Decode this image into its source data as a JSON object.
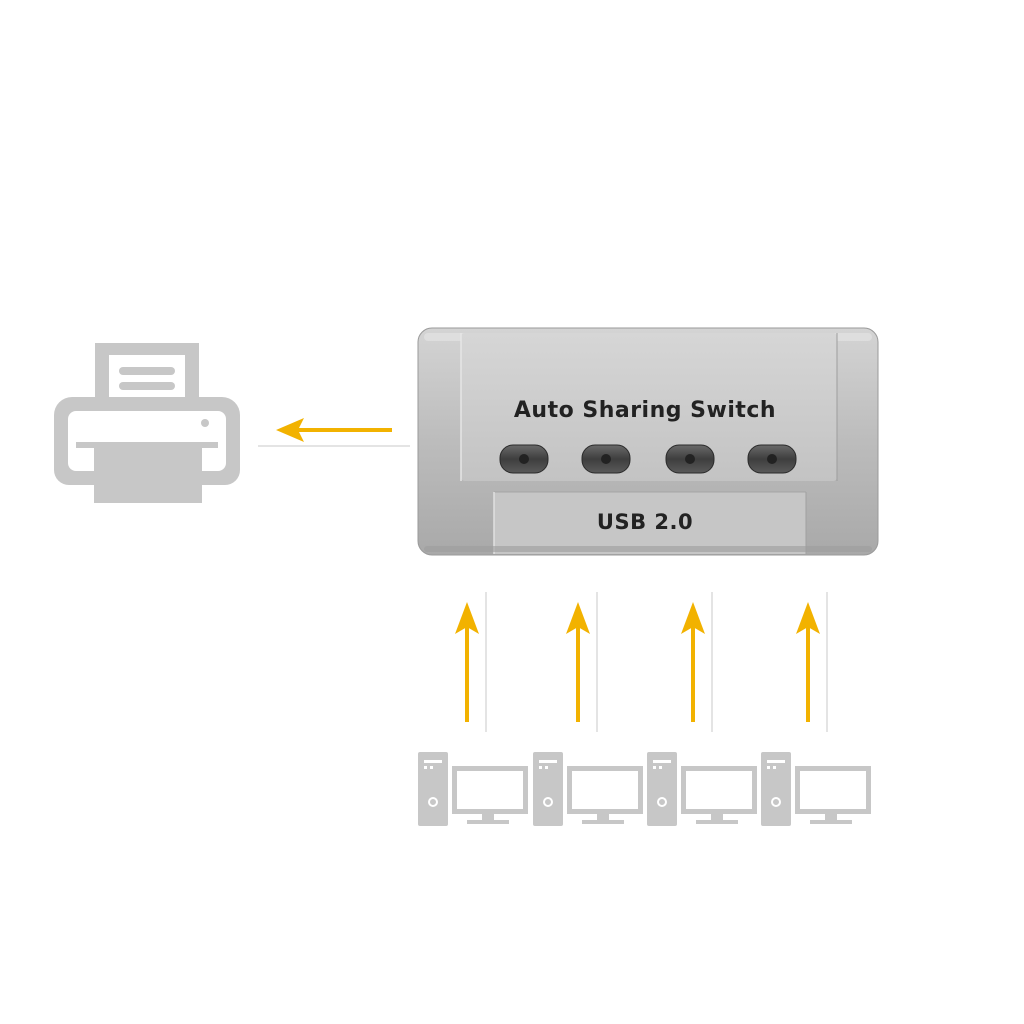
{
  "device": {
    "label": "Auto Sharing Switch",
    "interface": "USB 2.0",
    "button_count": 4
  },
  "nodes": {
    "printer": "printer-icon",
    "computers": [
      "computer-icon",
      "computer-icon",
      "computer-icon",
      "computer-icon"
    ]
  },
  "colors": {
    "arrow": "#f2b200",
    "icon_gray": "#c7c7c7",
    "switch_body": "#b9b9b9",
    "switch_face": "#c9c9c9",
    "divider": "#c8c8c8"
  }
}
